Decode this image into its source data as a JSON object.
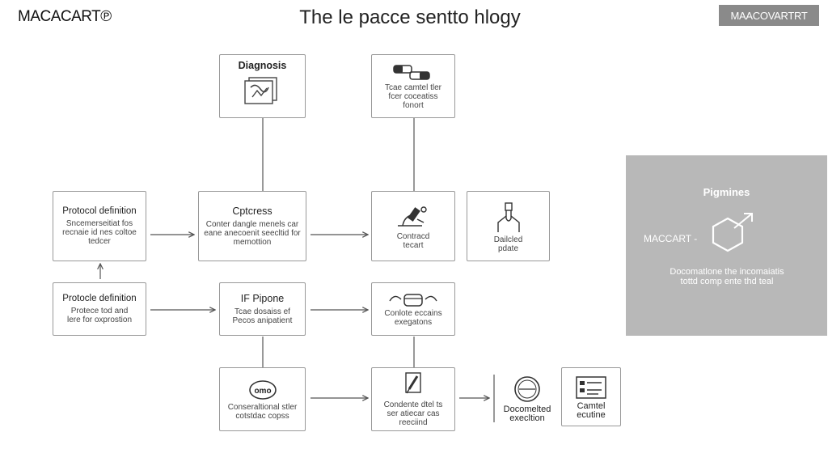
{
  "header": {
    "brand": "MACACART℗",
    "title": "The le pacce sentto hlogy",
    "badge": "MAACOVARTRT"
  },
  "nodes": [
    {
      "id": "diagnosis",
      "title": "Diagnosis",
      "text": "",
      "icon": "documents-icon"
    },
    {
      "id": "form",
      "title": "",
      "text": "Tcae camtel tler fcer coceatiss fonort",
      "icon": "pills-icon"
    },
    {
      "id": "protocol-definition-1",
      "title": "Protocol definition",
      "text": "Sncemerseitiat fos recnaie id nes coltoe tedcer",
      "icon": ""
    },
    {
      "id": "cptcress",
      "title": "Cptcress",
      "text": "Conter dangle menels car eane anecoenit seecltid for memottion",
      "icon": ""
    },
    {
      "id": "contracted-report",
      "title": "",
      "text": "Contracd tecart",
      "icon": "microscope-icon"
    },
    {
      "id": "detailed-update",
      "title": "",
      "text": "Dailcled pdate",
      "icon": "test-tube-icon"
    },
    {
      "id": "protocol-definition-2",
      "title": "Protocle definition",
      "text": "Protece tod and lere for oxprostion",
      "icon": ""
    },
    {
      "id": "if-pipone",
      "title": "IF Pipone",
      "text": "Tcae dosaiss ef Pecos anipatient",
      "icon": ""
    },
    {
      "id": "complete-executions",
      "title": "",
      "text": "Conlote eccains exegatons",
      "icon": "capsule-icon"
    },
    {
      "id": "conservational",
      "title": "",
      "text": "Conseraltional stler cotstdac copss",
      "icon": "gauge-icon"
    },
    {
      "id": "conducted",
      "title": "",
      "text": "Condente dtel ts ser atiecar cas reeciind",
      "icon": "syringe-icon"
    },
    {
      "id": "documented-execution",
      "title": "",
      "text": "Docomelted execltion",
      "icon": "clock-icon"
    },
    {
      "id": "control-executive",
      "title": "",
      "text": "Camtel ecutine",
      "icon": "checklist-icon"
    }
  ],
  "panel": {
    "title": "Pigmines",
    "brand": "MACCART -",
    "text": "Docomatlone the incomaiatis tottd comp ente thd teal",
    "icon": "hexagon-arrow-icon"
  }
}
